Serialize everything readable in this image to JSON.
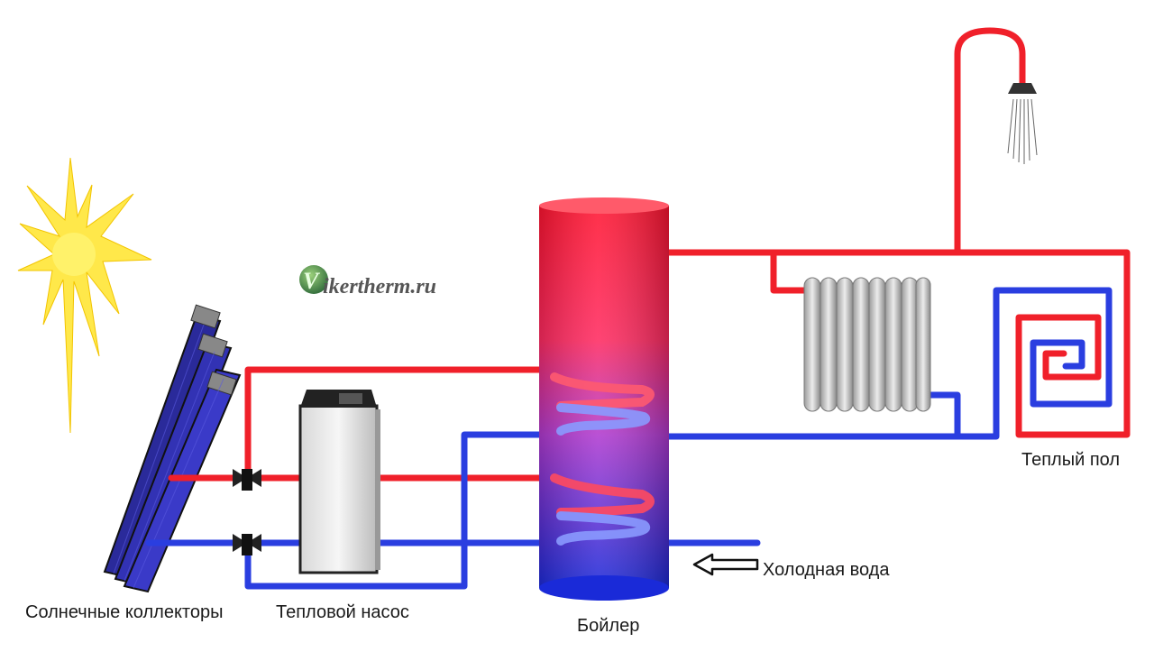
{
  "labels": {
    "solar": "Солнечные коллекторы",
    "heatpump": "Тепловой насос",
    "boiler": "Бойлер",
    "floor": "Теплый пол",
    "cold_water": "Холодная вода"
  },
  "logo": {
    "text": "ikertherm.ru",
    "letter": "V"
  },
  "colors": {
    "hot": "#f0202a",
    "cold": "#2a3ee0",
    "tank_top": "#ff1430",
    "tank_bottom": "#1a2ad8",
    "radiator": "#c8c8c8",
    "collector": "#2a2a9a",
    "sun": "#ffe84a"
  }
}
